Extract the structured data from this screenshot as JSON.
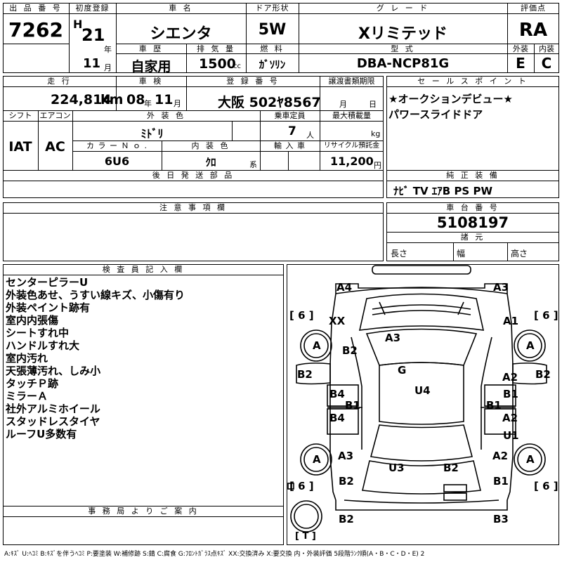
{
  "header": {
    "lot_no_label": "出 品 番 号",
    "lot_no": "7262",
    "first_reg_label": "初度登録",
    "era": "H",
    "year": "21",
    "year_unit": "年",
    "month": "11",
    "month_unit": "月",
    "car_name_label": "車 名",
    "car_name": "シエンタ",
    "door_label": "ドア形状",
    "door": "5W",
    "grade_label": "グ レ ー ド",
    "grade": "Xリミテッド",
    "score_label": "評価点",
    "score": "RA",
    "history_label": "車 歴",
    "history": "自家用",
    "displacement_label": "排 気 量",
    "displacement": "1500",
    "displacement_unit": "cc",
    "fuel_label": "燃 料",
    "fuel": "ｶﾞｿﾘﾝ",
    "model_label": "型 式",
    "model": "DBA-NCP81G",
    "exterior_label": "外装",
    "exterior": "E",
    "interior_label": "内装",
    "interior": "C"
  },
  "row2": {
    "mileage_label": "走 行",
    "mileage": "224,814",
    "mileage_unit": "km",
    "inspection_label": "車 検",
    "insp_year": "08",
    "insp_year_unit": "年",
    "insp_month": "11",
    "insp_month_unit": "月",
    "plate_label": "登 録 番 号",
    "plate": "大阪 502ﾔ8567",
    "transfer_label": "譲渡書類期限",
    "transfer_month_unit": "月",
    "transfer_day_unit": "日",
    "shift_label": "シフト",
    "shift": "IAT",
    "ac_label": "エアコン",
    "ac": "AC",
    "color_label": "外 装 色",
    "color": "ﾐﾄﾞﾘ",
    "capacity_label": "乗車定員",
    "capacity": "7",
    "capacity_unit": "人",
    "max_load_label": "最大積載量",
    "max_load_unit": "kg",
    "color_no_label": "カ ラ ー Ｎ ｏ .",
    "color_no": "6U6",
    "interior_color_label": "内 装 色",
    "interior_color": "ｸﾛ",
    "interior_color_unit": "系",
    "import_label": "輸 入 車",
    "recycle_label": "リサイクル預託金",
    "recycle": "11,200",
    "recycle_unit": "円",
    "later_parts_label": "後 日 発 送 部 品"
  },
  "sales": {
    "label": "セ ー ル ス ポ イ ン ト",
    "lines": [
      "★オークションデビュー★",
      "パワースライドドア"
    ]
  },
  "equipment": {
    "label": "純 正 装 備",
    "items": "ﾅﾋﾞ  TV  ｴｱB  PS  PW"
  },
  "caution": {
    "label": "注 意 事 項 欄"
  },
  "chassis": {
    "label": "車 台 番 号",
    "number": "5108197",
    "dims_label": "諸 元",
    "length": "長さ",
    "width": "幅",
    "height": "高さ"
  },
  "inspector": {
    "label": "検 査 員 記 入 欄",
    "notes": [
      "センターピラーU",
      "外装色あせ、うすい線キズ、小傷有り",
      "外装ペイント跡有",
      "室内内張傷",
      "シートすれ中",
      "ハンドルすれ大",
      "室内汚れ",
      "天張薄汚れ、しみ小",
      "タッチＰ跡",
      "ミラーＡ",
      "社外アルミホイール",
      "スタッドレスタイヤ",
      "ルーフU多数有"
    ]
  },
  "office": {
    "label": "事 務 局 よ り ご 案 内"
  },
  "diagram": {
    "marks": {
      "a4": "A4",
      "a3_top": "A3",
      "xx": "XX",
      "a1_top": "A1",
      "six_tl": "[ 6 ]",
      "six_tr": "[ 6 ]",
      "six_bl": "[ 6 ]",
      "six_br": "[ 6 ]",
      "a_fl": "A",
      "a_fr": "A",
      "a_rl": "A",
      "a_rr": "A",
      "b2_fl": "B2",
      "a3_hood": "A3",
      "g": "G",
      "b2_left": "B2",
      "b2_right": "B2",
      "b4_l1": "B4",
      "b1_l1": "B1",
      "b4_l2": "B4",
      "u4": "U4",
      "a2_r1": "A2",
      "b1_r1": "B1",
      "b1_r2": "B1",
      "a2_r2": "A2",
      "u1_r": "U1",
      "a3_rl": "A3",
      "u3": "U3",
      "b2_rear": "B2",
      "a2_rr": "A2",
      "b2_bl": "B2",
      "b1_br": "B1",
      "b2_bottom": "B2",
      "b3_bottom": "B3",
      "t": "[ T ]"
    }
  },
  "legend": "A:ｷｽﾞ  U:ﾍｺﾐ  B:ｷｽﾞを伴うﾍｺﾐ  P:要塗装  W:補修跡  S:錆  C:腐食  G:ﾌﾛﾝﾄｶﾞﾗｽ点ｷｽﾞ  XX:交換済み  X:要交換   内・外装評価  5段階ﾗﾝｸ順(A・B・C・D・E) 2"
}
